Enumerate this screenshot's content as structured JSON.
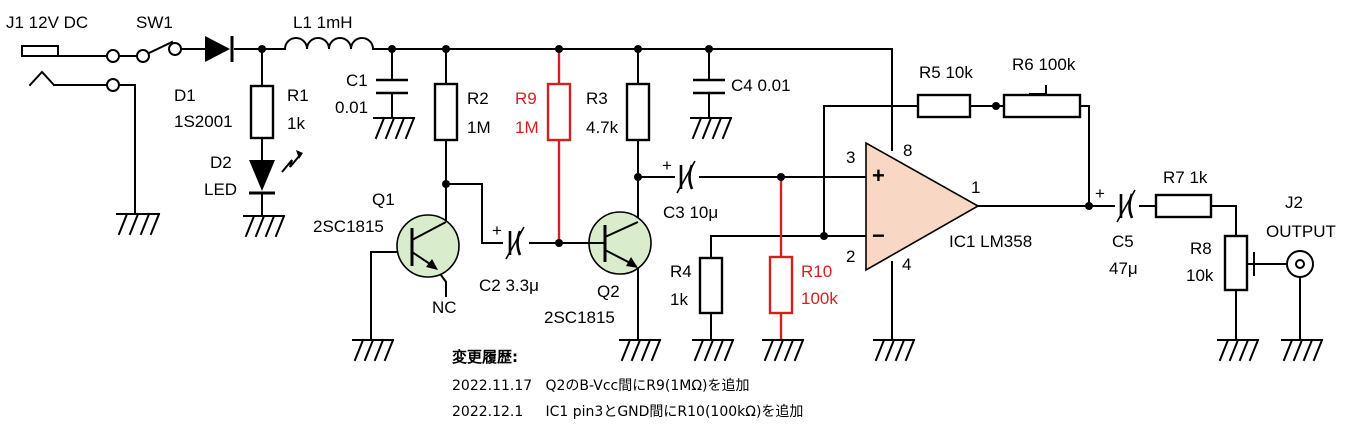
{
  "components": {
    "j1": "J1 12V DC",
    "sw1": "SW1",
    "l1": "L1 1mH",
    "d1_ref": "D1",
    "d1_part": "1S2001",
    "r1_ref": "R1",
    "r1_val": "1k",
    "d2_ref": "D2",
    "d2_part": "LED",
    "c1_ref": "C1",
    "c1_val": "0.01",
    "r2_ref": "R2",
    "r2_val": "1M",
    "r9_ref": "R9",
    "r9_val": "1M",
    "r3_ref": "R3",
    "r3_val": "4.7k",
    "c4": "C4  0.01",
    "r5": "R5 10k",
    "r6": "R6 100k",
    "q1_ref": "Q1",
    "q1_part": "2SC1815",
    "nc": "NC",
    "c2": "C2 3.3μ",
    "q2_ref": "Q2",
    "q2_part": "2SC1815",
    "c3": "C3 10μ",
    "r4_ref": "R4",
    "r4_val": "1k",
    "r10_ref": "R10",
    "r10_val": "100k",
    "ic1": "IC1  LM358",
    "pin8": "8",
    "pin3": "3",
    "pin2": "2",
    "pin4": "4",
    "pin1": "1",
    "plus_in": "+",
    "minus_in": "−",
    "c5_ref": "C5",
    "c5_val": "47μ",
    "r7": "R7 1k",
    "r8_ref": "R8",
    "r8_val": "10k",
    "j2_ref": "J2",
    "j2_name": "OUTPUT",
    "cap_plus": "+"
  },
  "revision": {
    "title": "変更履歴:",
    "entries": [
      "2022.11.17   Q2のB-Vcc間にR9(1MΩ)を追加",
      "2022.12.1     IC1 pin3とGND間にR10(100kΩ)を追加"
    ]
  },
  "colors": {
    "wire": "#000000",
    "modified": "#d42020",
    "transistor_fill": "#d9eccc",
    "opamp_fill": "#f8d8c4"
  }
}
